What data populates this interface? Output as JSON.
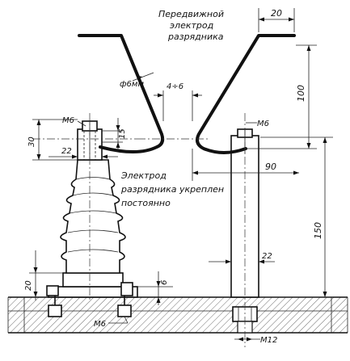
{
  "labels": {
    "movable_electrode": [
      "Передвижной",
      "электрод",
      "разрядника"
    ],
    "fixed_electrode": [
      "Электрод",
      "разрядника укреплен",
      "постоянно"
    ]
  },
  "dimensions": {
    "top_width": "20",
    "wire_diameter": "ф6мм",
    "gap": "4÷6",
    "right_height": "100",
    "bolt_left": "М6",
    "bolt_right": "М6",
    "stud_offset": "15",
    "left_height": "30",
    "left_width": "22",
    "horizontal_reach": "90",
    "rod_height": "150",
    "rod_width": "22",
    "base_height": "20",
    "base_offset": "6",
    "bottom_bolt": "М6",
    "bottom_thread": "М12"
  }
}
